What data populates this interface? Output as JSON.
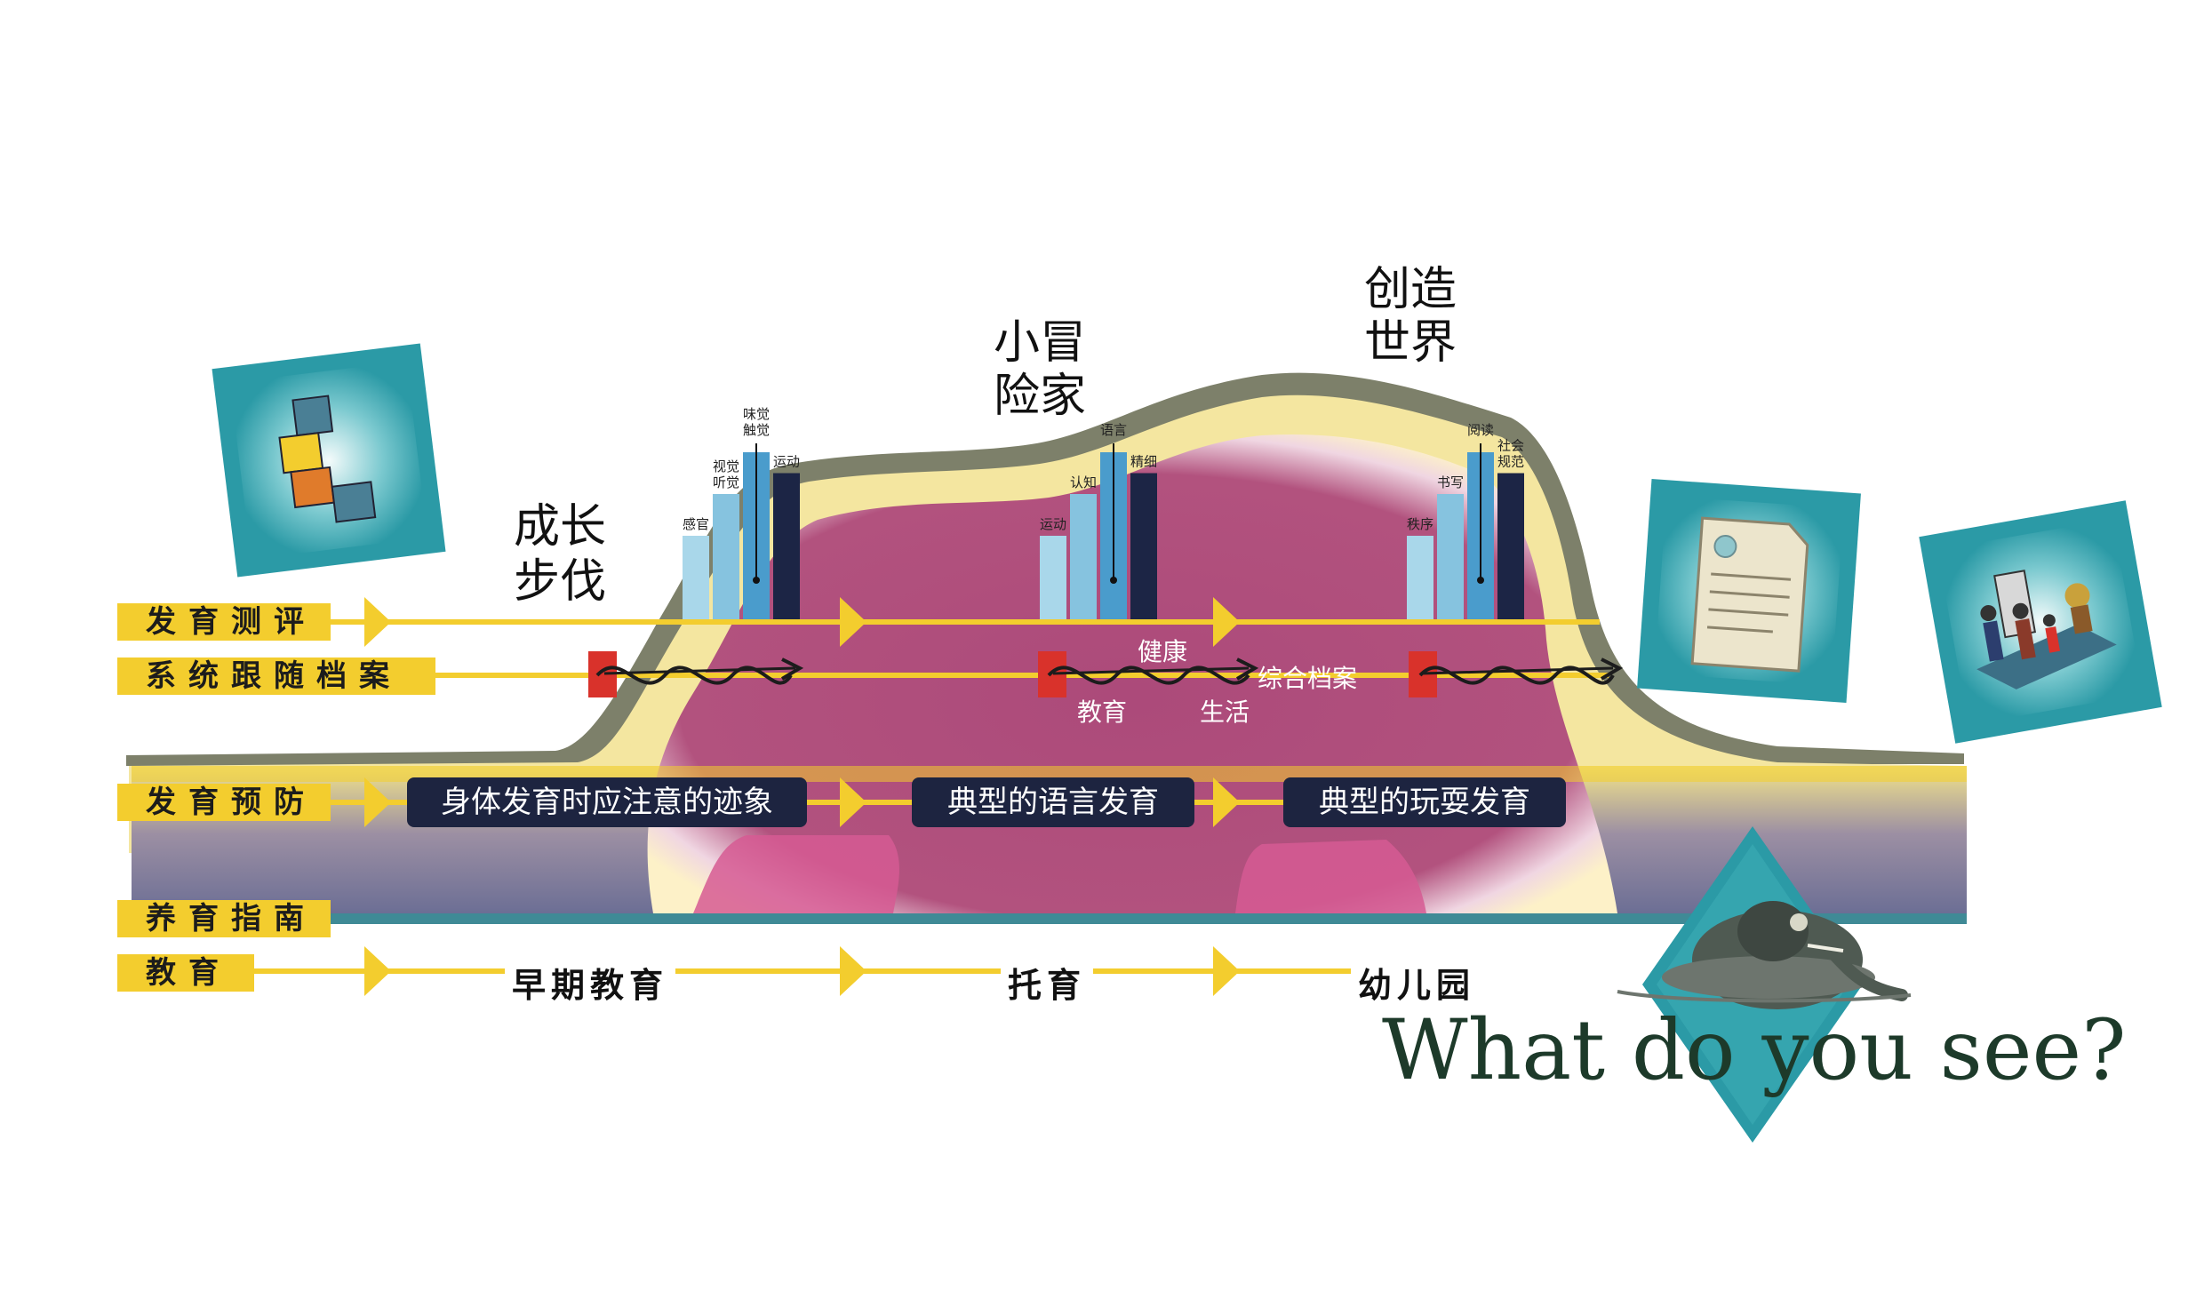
{
  "rows": {
    "assessment": "发育测评",
    "archive": "系统跟随档案",
    "prevention": "发育预防",
    "guide": "养育指南",
    "education": "教育"
  },
  "prevention_items": [
    "身体发育时应注意的迹象",
    "典型的语言发育",
    "典型的玩耍发育"
  ],
  "education_stages": [
    "早期教育",
    "托育",
    "幼儿园"
  ],
  "archive_labels": {
    "health": "健康",
    "education": "教育",
    "life": "生活",
    "comprehensive": "综合档案"
  },
  "stage_titles": {
    "growth": [
      "成长",
      "步伐"
    ],
    "explorer": [
      "小冒",
      "险家"
    ],
    "creator": [
      "创造",
      "世界"
    ]
  },
  "tagline": "What do you see?",
  "bar_groups": [
    {
      "name": "growth",
      "bars": [
        {
          "label": "感官",
          "value": 2
        },
        {
          "label": "视觉\n听觉",
          "value": 3
        },
        {
          "label": "味觉\n触觉",
          "value": 4
        },
        {
          "label": "运动",
          "value": 3.5
        }
      ]
    },
    {
      "name": "explorer",
      "bars": [
        {
          "label": "运动",
          "value": 2
        },
        {
          "label": "认知",
          "value": 3
        },
        {
          "label": "语言",
          "value": 4
        },
        {
          "label": "精细",
          "value": 3.5
        }
      ]
    },
    {
      "name": "creator",
      "bars": [
        {
          "label": "秩序",
          "value": 2
        },
        {
          "label": "书写",
          "value": 3
        },
        {
          "label": "阅读",
          "value": 4
        },
        {
          "label": "社会\n规范",
          "value": 3.5
        }
      ]
    }
  ],
  "colors": {
    "yellow": "#f3cd2e",
    "navy": "#1d2440",
    "magenta": "#b04c7c",
    "olive": "#7a7a6a",
    "teal": "#2b9aa6",
    "bar_light": "#a9d7ea",
    "bar_mid": "#86c3df",
    "bar_blue": "#4a9ccc",
    "bar_dark": "#1c2545",
    "marker": "#d9322b"
  },
  "icons": [
    "blocks-card-icon",
    "document-card-icon",
    "family-card-icon",
    "elephant-icon"
  ]
}
